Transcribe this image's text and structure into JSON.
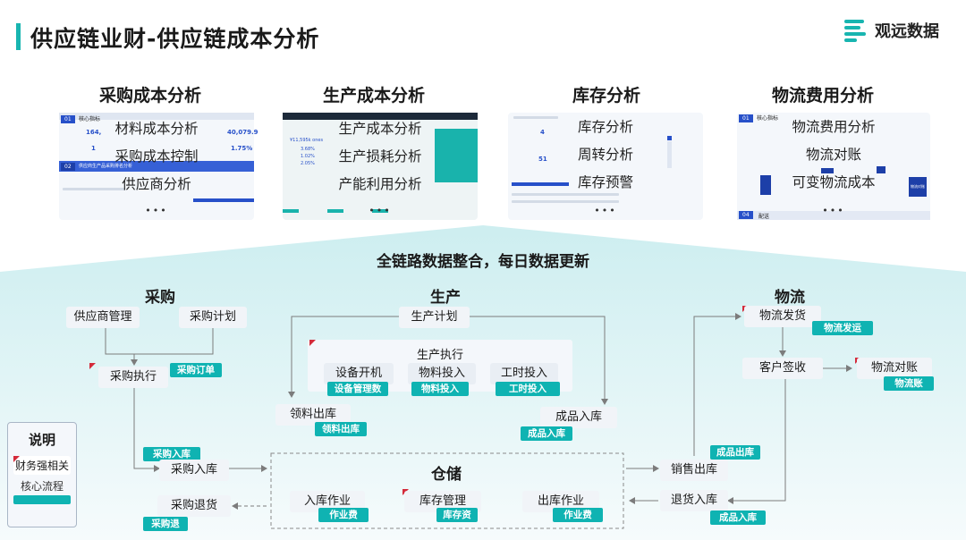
{
  "header": {
    "title": "供应链业财-供应链成本分析",
    "logo_text": "观远数据"
  },
  "sections": [
    {
      "heading": "采购成本分析",
      "items": [
        "材料成本分析",
        "采购成本控制",
        "供应商分析"
      ]
    },
    {
      "heading": "生产成本分析",
      "items": [
        "生产成本分析",
        "生产损耗分析",
        "产能利用分析"
      ]
    },
    {
      "heading": "库存分析",
      "items": [
        "库存分析",
        "周转分析",
        "库存预警"
      ]
    },
    {
      "heading": "物流费用分析",
      "items": [
        "物流费用分析",
        "物流对账",
        "可变物流成本"
      ]
    }
  ],
  "more_dots": "•••",
  "thumb_text": {
    "purchase": {
      "tag1": "01",
      "tag1_text": "核心指标",
      "tag2": "02",
      "tag2_text": "供应商生产品采购排名分析",
      "v1": "164,",
      "v2": "40,079.9",
      "v3": "1",
      "v4": "1.75%"
    },
    "production": {
      "v1": "¥11,595k ones",
      "v2": "3.68%",
      "v3": "1.02%",
      "v4": "2.05%"
    },
    "inventory": {
      "v1": "4",
      "v2": "51"
    },
    "logistics": {
      "tag1": "01",
      "tag1_text": "核心指标",
      "tag2": "04",
      "tag2_text": "配送",
      "box": "物流对账"
    }
  },
  "banner": "全链路数据整合，每日数据更新",
  "groups": {
    "procurement": "采购",
    "production": "生产",
    "logistics": "物流",
    "warehouse": "仓储",
    "production_exec": "生产执行"
  },
  "nodes": {
    "supplier_mgmt": "供应商管理",
    "purchase_plan": "采购计划",
    "purchase_exec": "采购执行",
    "purchase_inbound": "采购入库",
    "purchase_return": "采购退货",
    "production_plan": "生产计划",
    "equipment_on": "设备开机",
    "material_input": "物料投入",
    "labor_input": "工时投入",
    "material_out": "领料出库",
    "finished_in": "成品入库",
    "inbound_op": "入库作业",
    "stock_mgmt": "库存管理",
    "outbound_op": "出库作业",
    "sales_out": "销售出库",
    "return_in": "退货入库",
    "logistics_ship": "物流发货",
    "customer_sign": "客户签收",
    "logistics_recon": "物流对账"
  },
  "badges": {
    "purchase_order": "采购订单",
    "purchase_in": "采购入库",
    "purchase_ret": "采购退",
    "equipment_fee": "设备管理数",
    "material_in": "物料投入",
    "labor_in": "工时投入",
    "material_out": "领料出库",
    "finished_in": "成品入库",
    "work_fee_in": "作业费",
    "stock_cap": "库存资",
    "work_fee_out": "作业费",
    "finished_out": "成品出库",
    "finished_in2": "成品入库",
    "logistics_ship": "物流发运",
    "logistics_acct": "物流账"
  },
  "legend": {
    "title": "说明",
    "line1": "财务强相关",
    "line2": "核心流程",
    "line3": ""
  },
  "colors": {
    "accent": "#18b5b0",
    "badge": "#0fb3b2",
    "flag": "#d42a3a",
    "node_bg": "#f1f4f8",
    "arrow": "#7c7c7c"
  }
}
